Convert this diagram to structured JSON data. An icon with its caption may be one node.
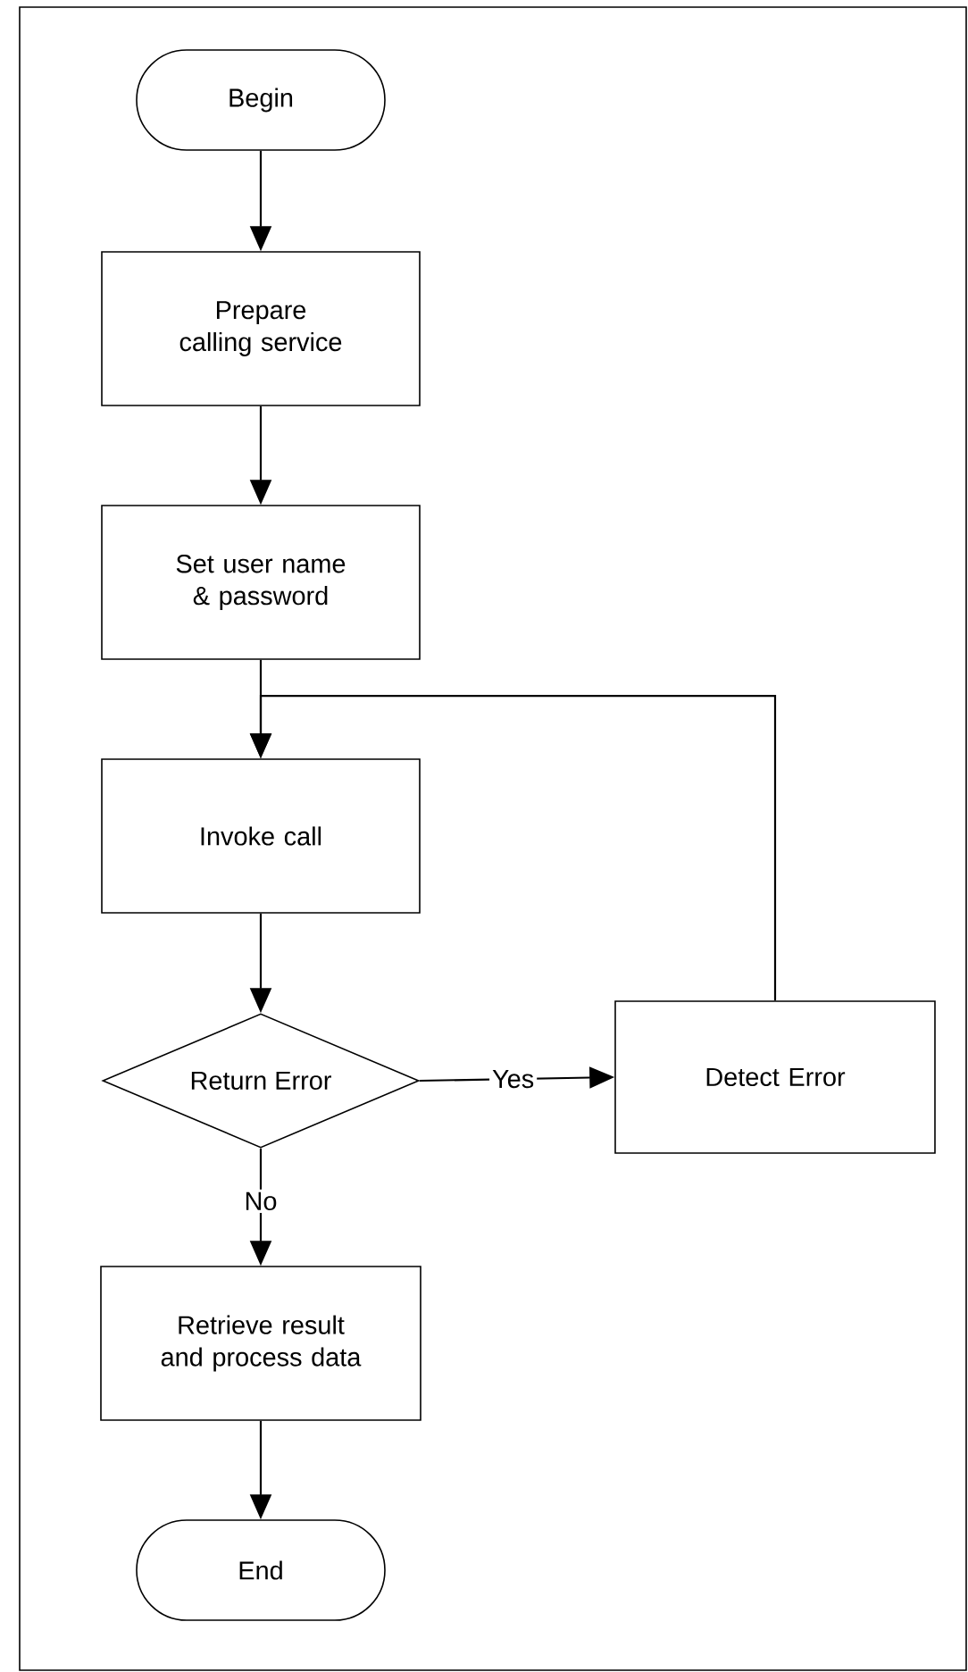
{
  "diagram": {
    "nodes": [
      {
        "text": [
          "Begin"
        ]
      },
      {
        "text": [
          "Prepare calling service"
        ]
      },
      {
        "text": [
          "Set user name & password"
        ]
      },
      {
        "text": [
          "Invoke call"
        ]
      },
      {
        "text": [
          "Return Error"
        ]
      },
      {
        "text": [
          "Detect Error"
        ]
      },
      {
        "text": [
          "Retrieve result and process data"
        ]
      },
      {
        "text": [
          "End"
        ]
      }
    ],
    "edges": [
      {
        "from": 0,
        "to": 1,
        "arrow": "to"
      },
      {
        "from": 1,
        "to": 2,
        "arrow": "to"
      },
      {
        "from": 2,
        "to": 3,
        "arrow": "to"
      },
      {
        "from": 3,
        "to": 4,
        "arrow": "to"
      },
      {
        "from": 4,
        "to": 5,
        "arrow": "to",
        "label": "Yes"
      },
      {
        "from": 5,
        "to": 3,
        "arrow": "to"
      },
      {
        "from": 4,
        "to": 6,
        "arrow": "to",
        "label": "No"
      },
      {
        "from": 6,
        "to": 7,
        "arrow": "to"
      }
    ]
  }
}
